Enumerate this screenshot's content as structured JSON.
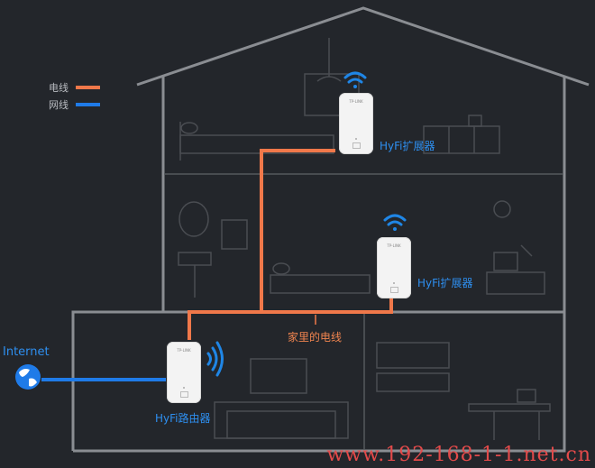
{
  "legend": {
    "power_line_label": "电线",
    "network_line_label": "网线"
  },
  "colors": {
    "background": "#23262b",
    "outline": "#8a8d92",
    "power_line": "#f0784a",
    "network_line": "#1f7be8",
    "text_blue": "#2e8ff0",
    "watermark": "#e24a4a"
  },
  "internet_label": "Internet",
  "home_wiring_label": "家里的电线",
  "devices": {
    "router_label": "HyFi路由器",
    "extender_top_label": "HyFi扩展器",
    "extender_mid_label": "HyFi扩展器",
    "brand_text": "TP-LINK"
  },
  "watermark": "www.192-168-1-1.net.cn"
}
